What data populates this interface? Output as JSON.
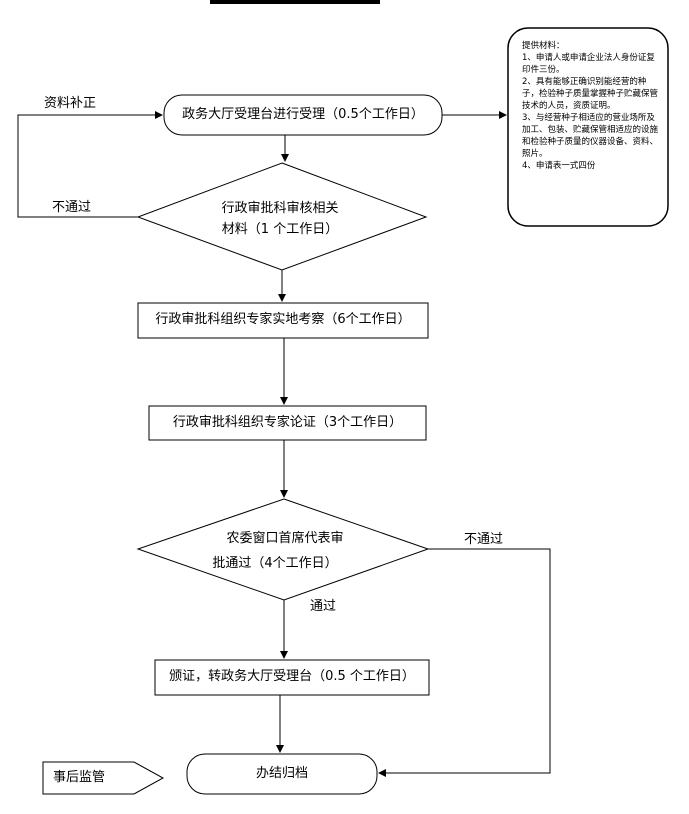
{
  "title_fragment": "…务大厅受理流程",
  "materials_note": {
    "heading": "提供材料：",
    "items": [
      "1、申请人或申请企业法人身份证复印件三份。",
      "2、具有能够正确识别能经营的种子，检验种子质量掌握种子贮藏保管技术的人员，资质证明。",
      "3、与经营种子相适应的营业场所及加工、包装、贮藏保管相适应的设施和检验种子质量的仪器设备、资料、照片。",
      "4、申请表一式四份"
    ]
  },
  "steps": {
    "accept": "政务大厅受理台进行受理（0.5个工作日）",
    "review_line1": "行政审批科审核相关",
    "review_line2": "材料（1 个工作日）",
    "site_inspection": "行政审批科组织专家实地考察（6个工作日）",
    "expert_argument": "行政审批科组织专家论证（3个工作日）",
    "approve_line1": "农委窗口首席代表审",
    "approve_line2": "批通过（4个工作日）",
    "issue": "颁证，转政务大厅受理台（0.5 个工作日）",
    "archive": "办结归档",
    "post_supervision": "事后监管"
  },
  "edges": {
    "resubmit": "资料补正",
    "not_pass_left": "不通过",
    "not_pass_right": "不通过",
    "pass": "通过"
  }
}
